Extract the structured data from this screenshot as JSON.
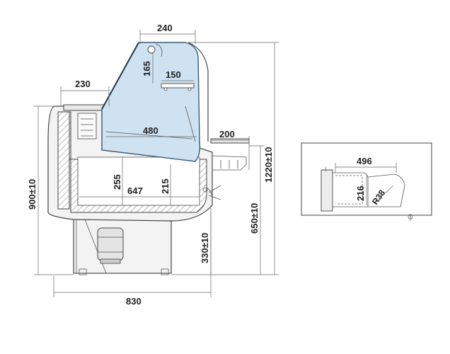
{
  "diagram": {
    "side_view": {
      "dimensions": {
        "glass_top_depth": "240",
        "upper_shelf_height": "165",
        "upper_shelf_depth": "150",
        "top_shelf_depth": "230",
        "display_depth": "480",
        "counter_depth": "200",
        "well_height": "255",
        "well_depth": "647",
        "well_inner_height": "215",
        "total_height": "1220±10",
        "counter_height": "900±10",
        "work_height": "650±10",
        "base_height": "330±10",
        "total_depth": "830"
      }
    },
    "section_view": {
      "dimensions": {
        "tray_width": "496",
        "tray_height": "216",
        "corner_radius": "R38"
      }
    },
    "colors": {
      "glass": "#cfe2f1",
      "glass_edge": "#3a5a78",
      "lines": "#555555"
    }
  }
}
